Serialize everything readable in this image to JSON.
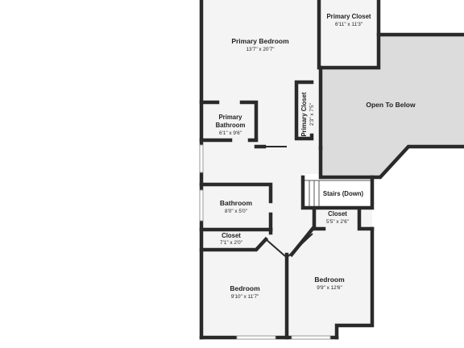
{
  "colors": {
    "floor": "#f4f4f4",
    "open_area": "#dcdcdc",
    "wall": "#2a2a2a",
    "background": "#ffffff"
  },
  "rooms": [
    {
      "id": "primary-bedroom",
      "name": "Primary Bedroom",
      "dims": "13'7\" x 20'7\""
    },
    {
      "id": "primary-closet-top",
      "name": "Primary Closet",
      "dims": "6'11\" x 11'3\""
    },
    {
      "id": "primary-closet-side",
      "name": "Primary Closet",
      "dims": "2'3\" x 7'5\""
    },
    {
      "id": "open-to-below",
      "name": "Open To Below",
      "dims": ""
    },
    {
      "id": "primary-bathroom",
      "name": "Primary Bathroom",
      "dims": "6'1\" x 9'6\""
    },
    {
      "id": "stairs",
      "name": "Stairs (Down)",
      "dims": ""
    },
    {
      "id": "bathroom",
      "name": "Bathroom",
      "dims": "8'0\" x 5'0\""
    },
    {
      "id": "closet-right",
      "name": "Closet",
      "dims": "5'5\" x 2'6\""
    },
    {
      "id": "closet-left",
      "name": "Closet",
      "dims": "7'1\" x 2'0\""
    },
    {
      "id": "bedroom-left",
      "name": "Bedroom",
      "dims": "9'10\" x 11'7\""
    },
    {
      "id": "bedroom-right",
      "name": "Bedroom",
      "dims": "9'9\" x 12'6\""
    }
  ]
}
